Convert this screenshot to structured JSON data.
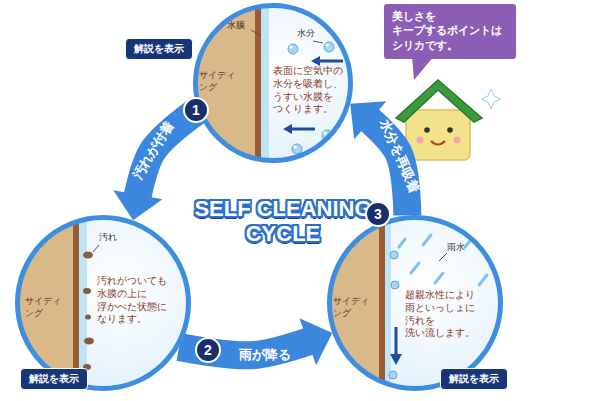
{
  "diagram": {
    "title": "SELF CLEANING CYCLE",
    "nodes": [
      {
        "text": [
          "解説を表示"
        ]
      },
      {
        "text": [
          "水膜",
          "水分",
          "サイディング",
          "表面に空気中の 水分を吸着し、 うすい水膜を つくります。"
        ]
      },
      {
        "text": [
          "美しさを キープするポイントは シリカです。"
        ]
      },
      {
        "text": [
          "汚れ",
          "サイディング",
          "汚れがついても 水膜の上に 浮かべた状態に なります。"
        ]
      },
      {
        "text": [
          "雨水",
          "サイディング",
          "超親水性により 雨といっしょに 汚れを 洗い流します。"
        ]
      },
      {
        "text": [
          "解説を表示"
        ]
      },
      {
        "text": [
          "解説を表示"
        ]
      }
    ],
    "edges": [
      {
        "from": 1,
        "to": 3,
        "arrow": "to",
        "label": "汚れが付着"
      },
      {
        "from": 3,
        "to": 4,
        "arrow": "to",
        "label": "雨が降る"
      },
      {
        "from": 4,
        "to": 1,
        "arrow": "to",
        "label": "水分を再吸着"
      }
    ],
    "labels": [
      "1",
      "2",
      "3"
    ]
  }
}
